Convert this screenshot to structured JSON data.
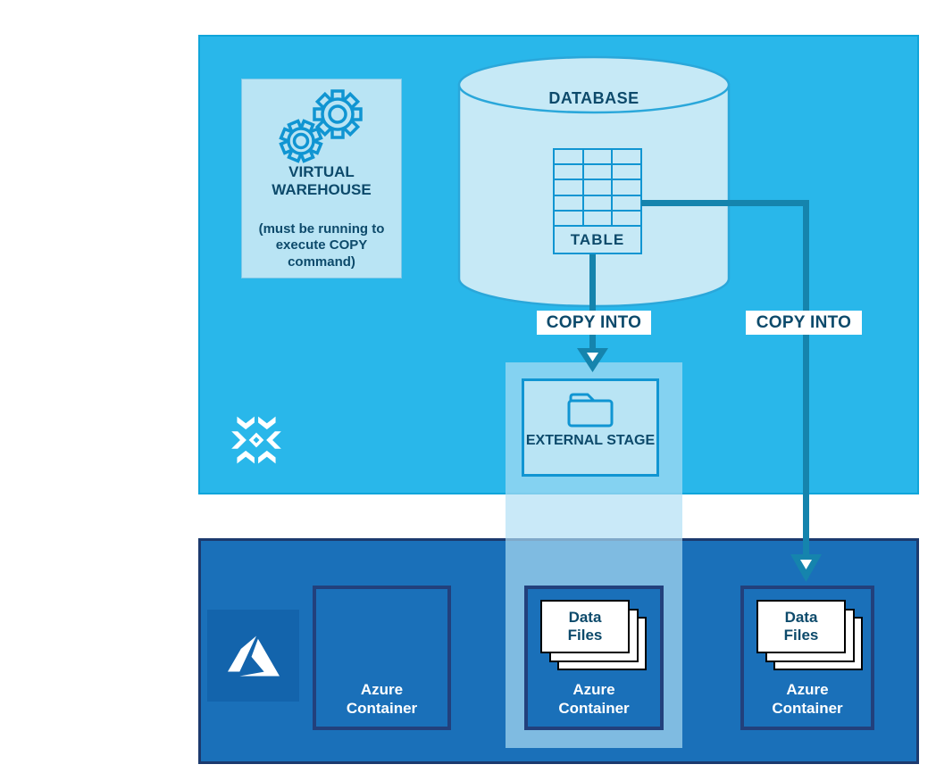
{
  "colors": {
    "page_bg": "#ffffff",
    "snowflake_panel": "#29b7ea",
    "snowflake_panel_border": "#10a5da",
    "azure_panel": "#1a70b9",
    "azure_panel_border": "#1c3a6e",
    "light_box": "#b9e4f4",
    "cylinder_fill": "#c6e9f6",
    "cylinder_border": "#2aa7da",
    "outline_blue": "#1095d2",
    "navy_text": "#0d4a6b",
    "arrow_teal": "#1584ad",
    "label_bg": "#ffffff",
    "container_border": "#22407c",
    "azure_logo_bg": "#1364ac",
    "card_border": "#000000",
    "highlight_band": "rgba(175,222,244,0.68)"
  },
  "snowflake": {
    "virtual_warehouse": {
      "title": "VIRTUAL WAREHOUSE",
      "note": "(must be running to execute COPY command)"
    },
    "database": {
      "label": "DATABASE",
      "table_label": "TABLE"
    },
    "copy_into_left": "COPY INTO",
    "copy_into_right": "COPY INTO",
    "external_stage": {
      "label": "EXTERNAL STAGE"
    }
  },
  "azure": {
    "containers": [
      {
        "label": "Azure Container"
      },
      {
        "label": "Azure Container",
        "files_label": "Data Files",
        "highlighted": true
      },
      {
        "label": "Azure Container",
        "files_label": "Data Files"
      }
    ]
  }
}
